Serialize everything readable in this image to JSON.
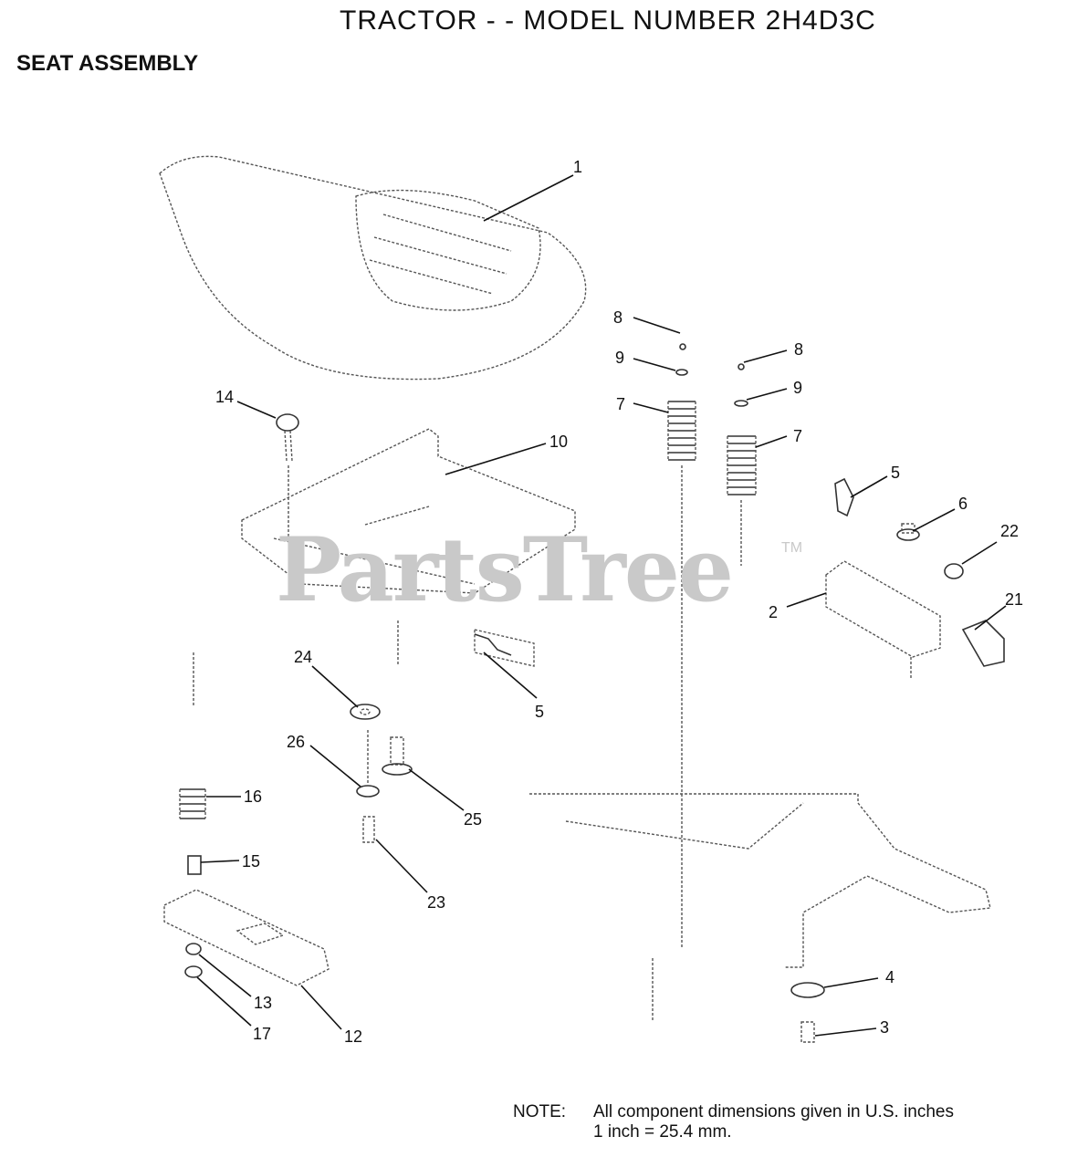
{
  "header": {
    "title": "TRACTOR - - MODEL NUMBER 2H4D3C",
    "subtitle": "SEAT ASSEMBLY"
  },
  "watermark": {
    "text": "PartsTree",
    "mark": "TM"
  },
  "callouts": [
    "1",
    "2",
    "3",
    "4",
    "5",
    "5",
    "6",
    "7",
    "7",
    "8",
    "8",
    "9",
    "9",
    "10",
    "12",
    "13",
    "14",
    "15",
    "16",
    "17",
    "21",
    "22",
    "23",
    "24",
    "25",
    "26"
  ],
  "note": {
    "label": "NOTE:",
    "line1": "All component dimensions given in U.S. inches",
    "line2": "1 inch = 25.4 mm."
  }
}
